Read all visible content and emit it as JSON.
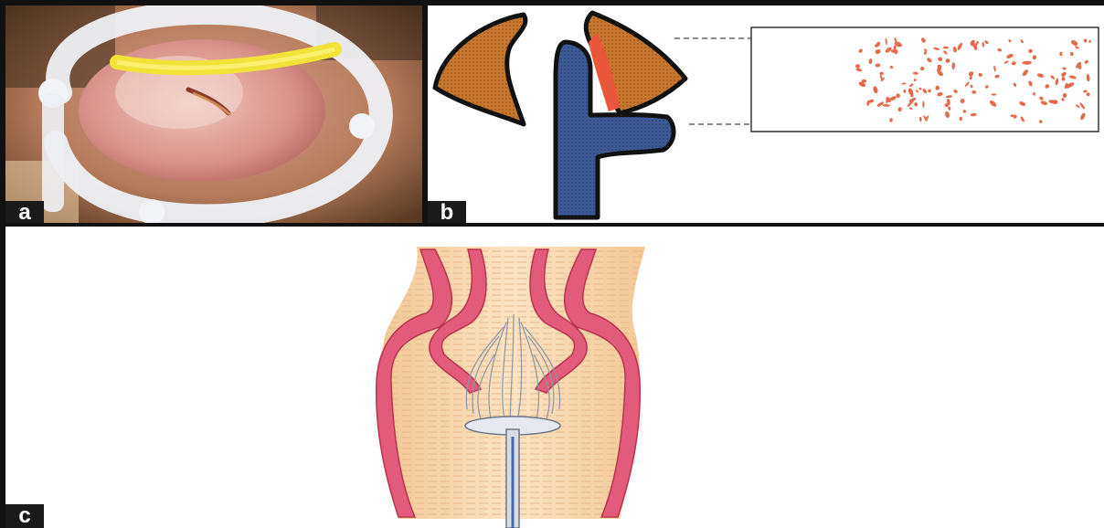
{
  "panels": [
    {
      "label": "a"
    },
    {
      "label": "b"
    },
    {
      "label": "c"
    }
  ],
  "colors": {
    "border": "#111111",
    "label_bg": "#1a1a1a",
    "label_text": "#ffffff",
    "gland_orange": "#c8782e",
    "inflamed_red": "#e8573a",
    "lumen_blue": "#3d5a96",
    "mucosa_pink": "#e25b7a",
    "tissue_peach": "#f6d3a4",
    "brush_grey": "#d8dde4",
    "speckle_red": "#e46a4c"
  }
}
